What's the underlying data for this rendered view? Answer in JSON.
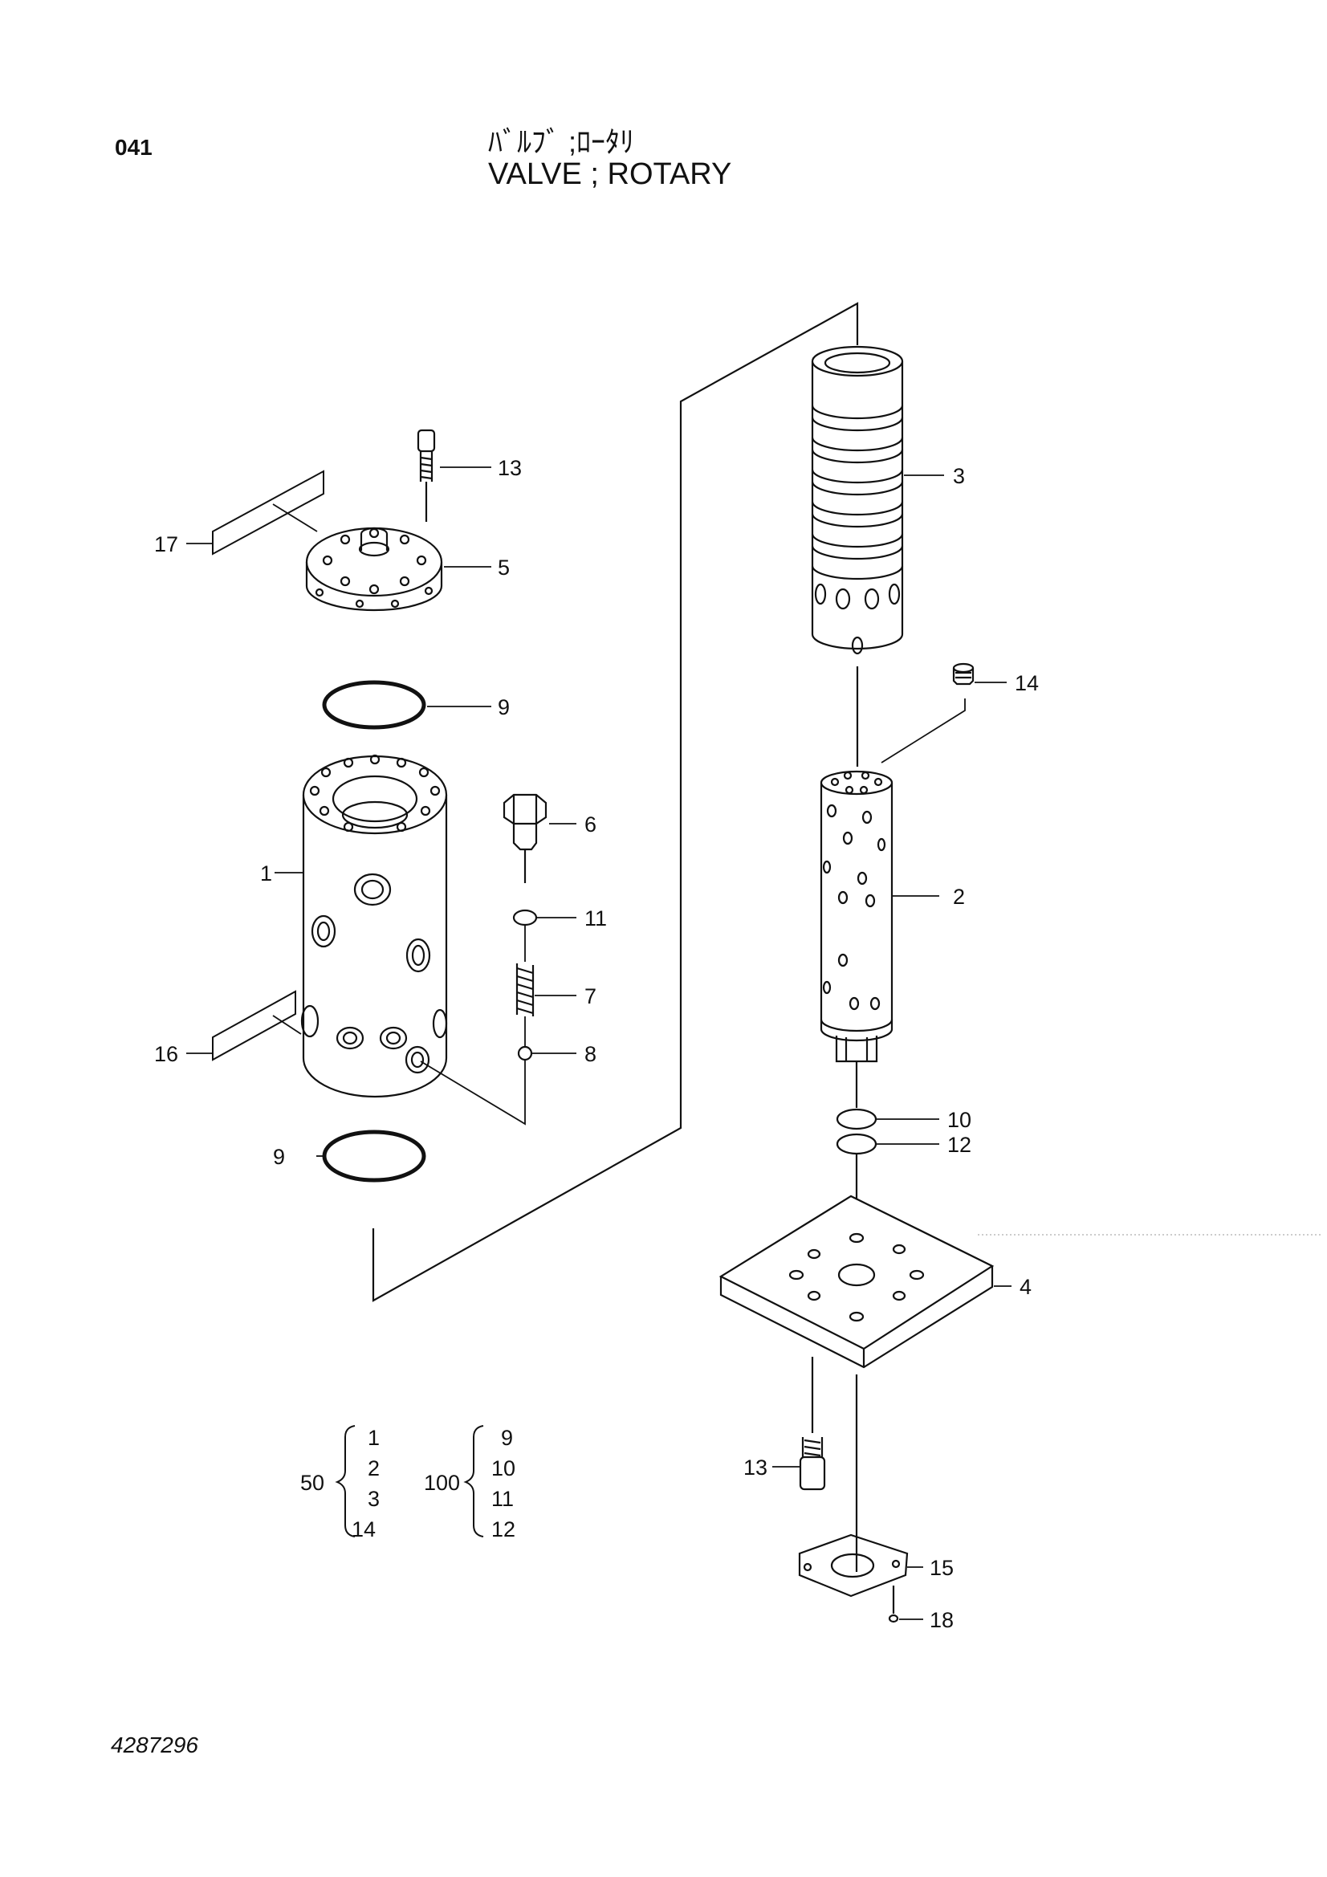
{
  "header": {
    "page_number": "041",
    "title_jp": "ﾊﾞﾙﾌﾞ ;ﾛｰﾀﾘ",
    "title_en": "VALVE ; ROTARY"
  },
  "callouts": [
    {
      "id": "callout-1",
      "text": "1"
    },
    {
      "id": "callout-2",
      "text": "2"
    },
    {
      "id": "callout-3",
      "text": "3"
    },
    {
      "id": "callout-4",
      "text": "4"
    },
    {
      "id": "callout-5",
      "text": "5"
    },
    {
      "id": "callout-6",
      "text": "6"
    },
    {
      "id": "callout-7",
      "text": "7"
    },
    {
      "id": "callout-8",
      "text": "8"
    },
    {
      "id": "callout-9a",
      "text": "9"
    },
    {
      "id": "callout-9b",
      "text": "9"
    },
    {
      "id": "callout-10",
      "text": "10"
    },
    {
      "id": "callout-11",
      "text": "11"
    },
    {
      "id": "callout-12",
      "text": "12"
    },
    {
      "id": "callout-13a",
      "text": "13"
    },
    {
      "id": "callout-13b",
      "text": "13"
    },
    {
      "id": "callout-14",
      "text": "14"
    },
    {
      "id": "callout-15",
      "text": "15"
    },
    {
      "id": "callout-16",
      "text": "16"
    },
    {
      "id": "callout-17",
      "text": "17"
    },
    {
      "id": "callout-18",
      "text": "18"
    }
  ],
  "kits": [
    {
      "number": "50",
      "items": [
        "1",
        "2",
        "3",
        "14"
      ]
    },
    {
      "number": "100",
      "items": [
        "9",
        "10",
        "11",
        "12"
      ]
    }
  ],
  "footer": {
    "drawing_number": "4287296"
  }
}
